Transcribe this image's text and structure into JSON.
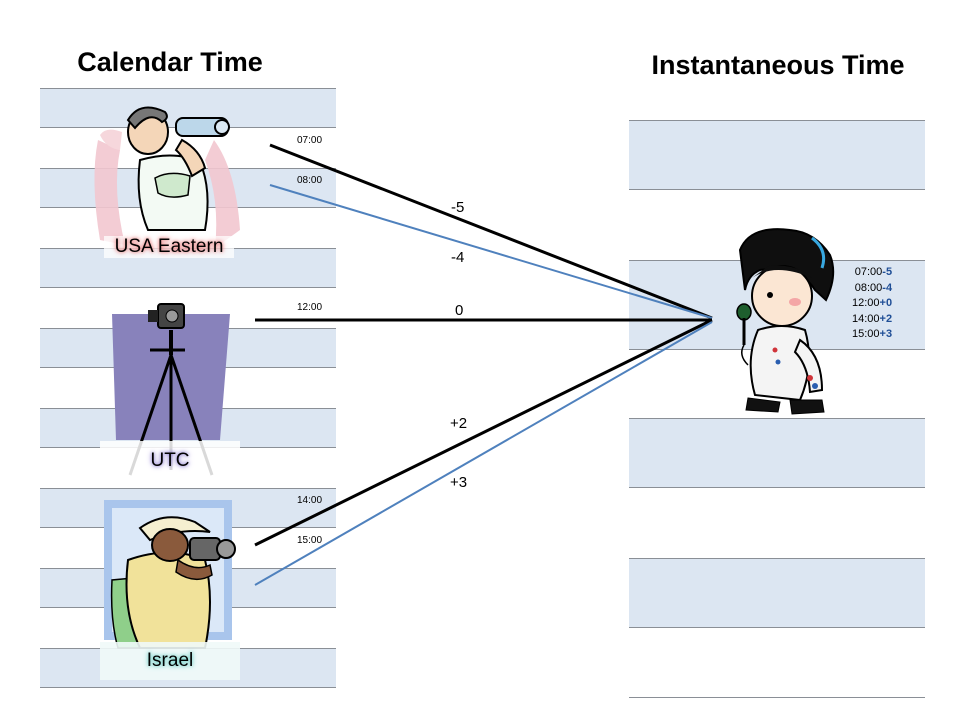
{
  "headings": {
    "calendar": "Calendar Time",
    "instant": "Instantaneous Time"
  },
  "locations": [
    {
      "caption": "USA Eastern",
      "icon": "videographer-icon"
    },
    {
      "caption": "UTC",
      "icon": "camera-tripod-icon"
    },
    {
      "caption": "Israel",
      "icon": "photographer-icon"
    }
  ],
  "times": [
    {
      "label": "07:00",
      "offset": "-5",
      "color": "#000000"
    },
    {
      "label": "08:00",
      "offset": "-4",
      "color": "#4f81bd"
    },
    {
      "label": "12:00",
      "offset": "0",
      "color": "#000000"
    },
    {
      "label": "14:00",
      "offset": "+2",
      "color": "#000000"
    },
    {
      "label": "15:00",
      "offset": "+3",
      "color": "#4f81bd"
    }
  ],
  "results": [
    {
      "time": "07:00",
      "offset": "-5"
    },
    {
      "time": "08:00",
      "offset": "-4"
    },
    {
      "time": "12:00",
      "offset": "+0"
    },
    {
      "time": "14:00",
      "offset": "+2"
    },
    {
      "time": "15:00",
      "offset": "+3"
    }
  ],
  "colors": {
    "stripe_fill": "#dce6f2",
    "stripe_line": "#8a8f96",
    "black_line": "#000000",
    "blue_line": "#4f81bd",
    "result_offset": "#1f4e96"
  },
  "performer_icon": "elvis-singer-icon"
}
